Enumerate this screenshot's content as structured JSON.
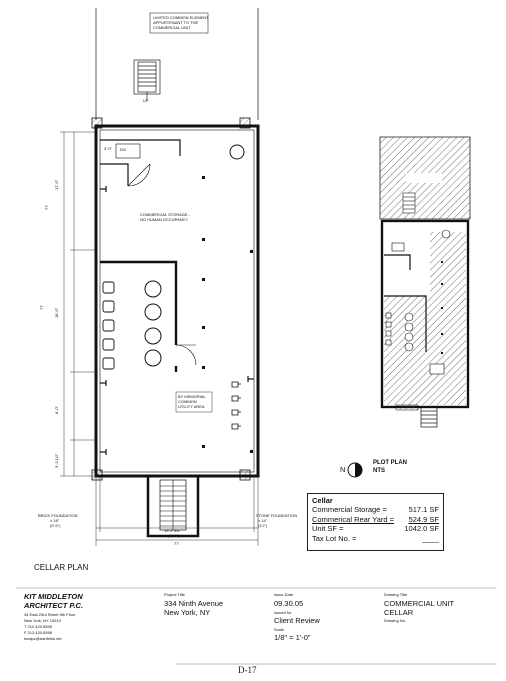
{
  "notes": {
    "top_note": [
      "LIMITED COMMON ELEMENT",
      "APPURTENANT TO THE",
      "COMMERCIAL UNIT"
    ],
    "stair_up": "UP",
    "stair_dn": "DN",
    "storage_note": [
      "COMMERCIAL STORAGE -",
      "NO HUMAN OCCUPANCY"
    ],
    "utility_note": [
      "BY MEMORIAL",
      "COMMON",
      "UTILITY AREA"
    ],
    "brick_foundation_left": [
      "BRICK FOUNDATION",
      "± 18\"",
      "(0' 6\")"
    ],
    "brick_foundation_right": [
      "STONE FOUNDATION",
      "± 14\"",
      "(1'2\")"
    ],
    "dim_bottom_inner": "19'-2 3/4\"",
    "dim_bottom_inner_sub": "(19.6')",
    "dim_bottom_total": "77'",
    "dim_left_a": "17'-0\"",
    "dim_left_b": "18'-0\"",
    "dim_left_c": "8'-0\"",
    "dim_left_d": "3'-3 1/2\"",
    "dim_left_total": "77'",
    "dim_top_small": "3'-0\""
  },
  "cellar_plan_label": "CELLAR PLAN",
  "plot_plan": {
    "title": "PLOT PLAN",
    "subtitle": "NTS",
    "north": "N"
  },
  "area_table": {
    "heading": "Cellar",
    "rows": [
      {
        "label": "Commercial Storage =",
        "value": "517.1 SF"
      },
      {
        "label": "Commerical Rear Yard =",
        "value": "524.9 SF"
      },
      {
        "label": "Unit SF =",
        "value": "1042.0 SF"
      },
      {
        "label": "Tax Lot No. =",
        "value": "____"
      }
    ]
  },
  "title_block": {
    "firm_name": [
      "KIT MIDDLETON",
      "ARCHITECT P.C."
    ],
    "firm_address": [
      "34 East 23rd Street 5th Floor",
      "New York, NY 10010",
      "T 212.420.6595",
      "F 212.420.8598",
      "kmapc@earthlink.net"
    ],
    "project_title_label": "Project Title",
    "project_title": [
      "334 Ninth Avenue",
      "New York, NY"
    ],
    "issue_date_label": "Issue Date",
    "issue_date": "09.30.05",
    "issued_for_label": "Issued for",
    "issued_for": "Client Review",
    "scale_label": "Scale",
    "scale": "1/8\" = 1'-0\"",
    "drawing_title_label": "Drawing Title",
    "drawing_title": [
      "COMMERCIAL UNIT",
      "CELLAR"
    ],
    "drawing_no_label": "Drawing No.",
    "drawing_no": "D-17"
  }
}
